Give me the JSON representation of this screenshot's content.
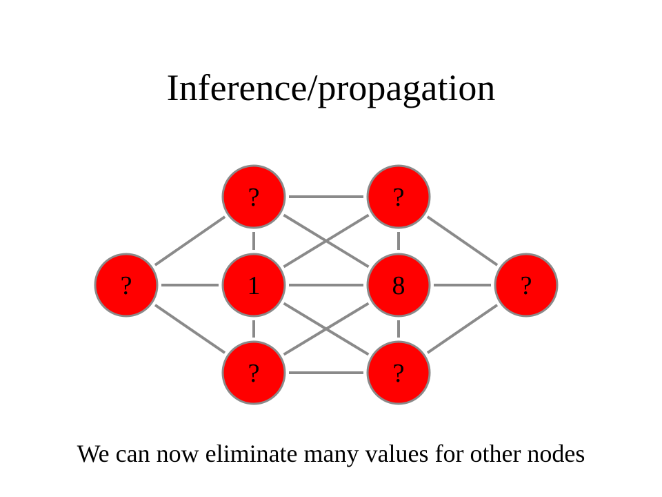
{
  "slide": {
    "title": "Inference/propagation",
    "caption": "We can now eliminate many values for other nodes"
  },
  "diagram": {
    "colors": {
      "node_fill": "#ff0000",
      "node_stroke": "#8a8a8a",
      "edge": "#8a8a8a"
    },
    "nodes": [
      {
        "id": "left",
        "label": "?"
      },
      {
        "id": "top-a",
        "label": "?"
      },
      {
        "id": "mid-a",
        "label": "1"
      },
      {
        "id": "bot-a",
        "label": "?"
      },
      {
        "id": "top-b",
        "label": "?"
      },
      {
        "id": "mid-b",
        "label": "8"
      },
      {
        "id": "bot-b",
        "label": "?"
      },
      {
        "id": "right",
        "label": "?"
      }
    ],
    "edges": [
      [
        "left",
        "top-a"
      ],
      [
        "left",
        "mid-a"
      ],
      [
        "left",
        "bot-a"
      ],
      [
        "top-a",
        "mid-a"
      ],
      [
        "mid-a",
        "bot-a"
      ],
      [
        "top-b",
        "mid-b"
      ],
      [
        "mid-b",
        "bot-b"
      ],
      [
        "top-a",
        "top-b"
      ],
      [
        "top-a",
        "mid-b"
      ],
      [
        "mid-a",
        "top-b"
      ],
      [
        "mid-a",
        "mid-b"
      ],
      [
        "mid-a",
        "bot-b"
      ],
      [
        "bot-a",
        "mid-b"
      ],
      [
        "bot-a",
        "bot-b"
      ],
      [
        "top-b",
        "right"
      ],
      [
        "mid-b",
        "right"
      ],
      [
        "bot-b",
        "right"
      ]
    ]
  }
}
